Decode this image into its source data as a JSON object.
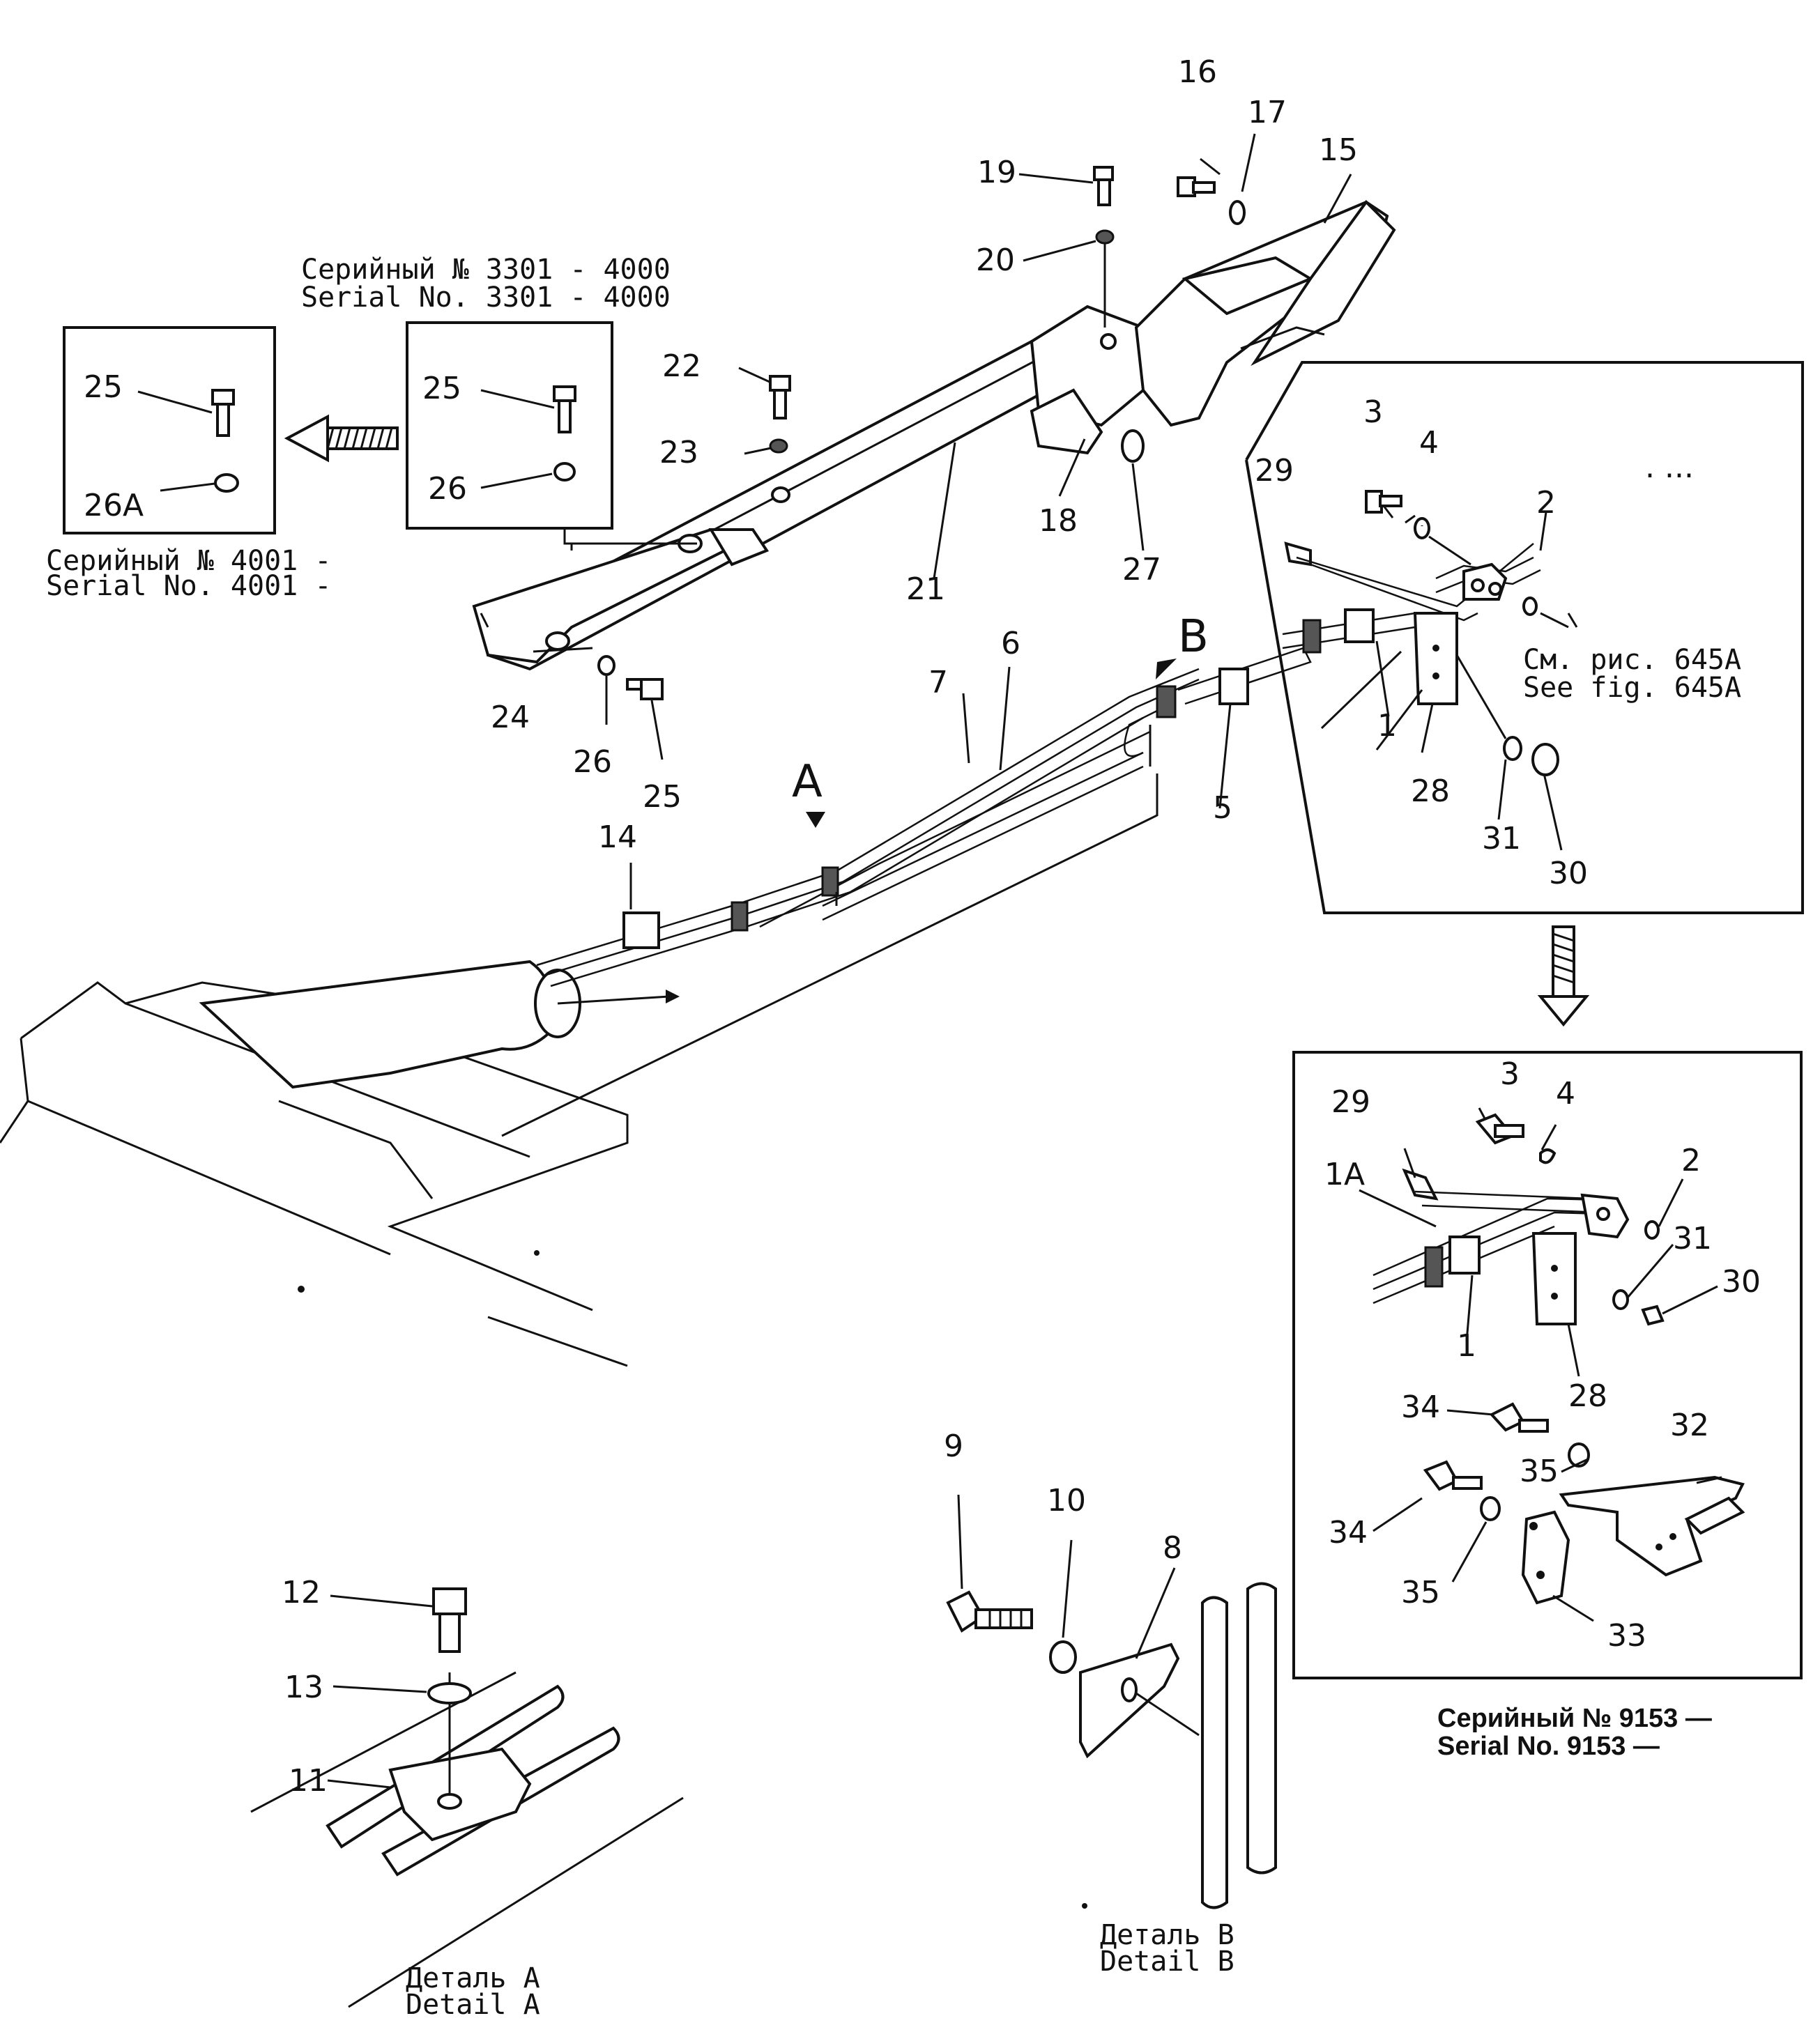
{
  "serial_notes": {
    "s1_ru": "Серийный № 3301 - 4000",
    "s1_en": "Serial No. 3301 - 4000",
    "s2_ru": "Серийный № 4001 -",
    "s2_en": "Serial No. 4001 -",
    "s3_ru": "Серийный № 9153 —",
    "s3_en": "Serial No. 9153 —"
  },
  "figure_ref": {
    "ru": "См. рис. 645А",
    "en": "See fig. 645A"
  },
  "views": {
    "a": "A",
    "b": "B"
  },
  "detail_a": {
    "ru": "Деталь А",
    "en": "Detail A"
  },
  "detail_b": {
    "ru": "Деталь В",
    "en": "Detail B"
  },
  "part_numbers": {
    "p1": "1",
    "p1a": "1A",
    "p2": "2",
    "p3": "3",
    "p4": "4",
    "p5": "5",
    "p6": "6",
    "p7": "7",
    "p8": "8",
    "p9": "9",
    "p10": "10",
    "p11": "11",
    "p12": "12",
    "p13": "13",
    "p14": "14",
    "p15": "15",
    "p16": "16",
    "p17": "17",
    "p18": "18",
    "p19": "19",
    "p20": "20",
    "p21": "21",
    "p22": "22",
    "p23": "23",
    "p24": "24",
    "p25": "25",
    "p26": "26",
    "p26a": "26A",
    "p27": "27",
    "p28": "28",
    "p29": "29",
    "p30": "30",
    "p31": "31",
    "p32": "32",
    "p33": "33",
    "p34": "34",
    "p35": "35"
  }
}
